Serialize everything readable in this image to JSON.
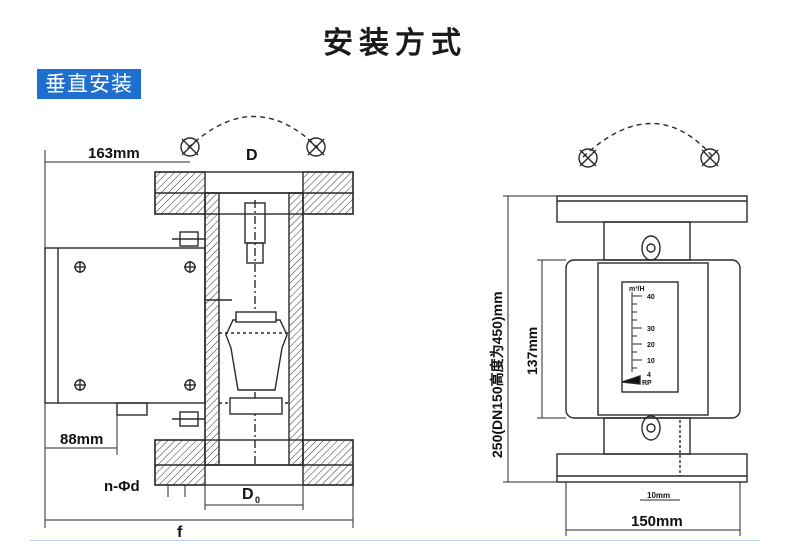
{
  "page_title": "安装方式",
  "section_label": "垂直安装",
  "front_view": {
    "dim_top": "163mm",
    "flange_dia": "D",
    "dim_left": "88mm",
    "bolt_hole": "n-Φd",
    "inner_dia_main": "D",
    "inner_dia_sub": "0",
    "total_width": "f"
  },
  "side_view": {
    "height_dim": "250(DN150高度为450)mm",
    "scale_height": "137mm",
    "width_dim": "150mm",
    "small_dim": "10mm",
    "scale_unit": "m³/H",
    "scale_ticks": [
      "40",
      "30",
      "20",
      "10",
      "4"
    ],
    "scale_marker": "RP"
  },
  "colors": {
    "badge": "#1f6fd0",
    "line": "#2a2a2a"
  }
}
